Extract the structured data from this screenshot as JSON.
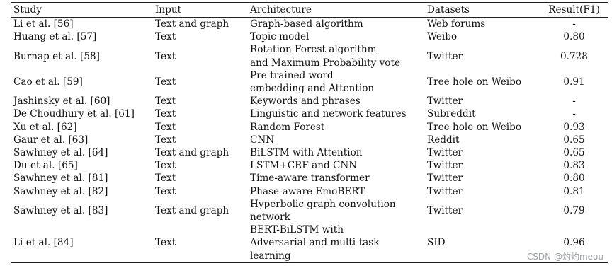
{
  "table": {
    "headers": [
      "Study",
      "Input",
      "Architecture",
      "Datasets",
      "Result(F1)"
    ],
    "rows": [
      {
        "study": "Li et al. [56]",
        "input": "Text and graph",
        "arch": [
          "Graph-based algorithm"
        ],
        "dataset": "Web forums",
        "result": "-"
      },
      {
        "study": "Huang et al. [57]",
        "input": "Text",
        "arch": [
          "Topic model"
        ],
        "dataset": "Weibo",
        "result": "0.80"
      },
      {
        "study": "Burnap et al. [58]",
        "input": "Text",
        "arch": [
          "Rotation Forest algorithm",
          "and Maximum Probability vote"
        ],
        "dataset": "Twitter",
        "result": "0.728"
      },
      {
        "study": "Cao et al. [59]",
        "input": "Text",
        "arch": [
          "Pre-trained word",
          "embedding and Attention"
        ],
        "dataset": "Tree hole on Weibo",
        "result": "0.91"
      },
      {
        "study": "Jashinsky et al. [60]",
        "input": "Text",
        "arch": [
          "Keywords and phrases"
        ],
        "dataset": "Twitter",
        "result": "-"
      },
      {
        "study": "De Choudhury et al. [61]",
        "input": "Text",
        "arch": [
          "Linguistic and network features"
        ],
        "dataset": "Subreddit",
        "result": "-"
      },
      {
        "study": "Xu et al. [62]",
        "input": "Text",
        "arch": [
          "Random Forest"
        ],
        "dataset": "Tree hole on Weibo",
        "result": "0.93"
      },
      {
        "study": "Gaur et al. [63]",
        "input": "Text",
        "arch": [
          "CNN"
        ],
        "dataset": "Reddit",
        "result": "0.65"
      },
      {
        "study": "Sawhney et al. [64]",
        "input": "Text and graph",
        "arch": [
          "BiLSTM with Attention"
        ],
        "dataset": "Twitter",
        "result": "0.65"
      },
      {
        "study": "Du et al. [65]",
        "input": "Text",
        "arch": [
          "LSTM+CRF and CNN"
        ],
        "dataset": "Twitter",
        "result": "0.83"
      },
      {
        "study": "Sawhney et al. [81]",
        "input": "Text",
        "arch": [
          "Time-aware transformer"
        ],
        "dataset": "Twitter",
        "result": "0.80"
      },
      {
        "study": "Sawhney et al. [82]",
        "input": "Text",
        "arch": [
          "Phase-aware EmoBERT"
        ],
        "dataset": "Twitter",
        "result": "0.81"
      },
      {
        "study": "Sawhney et al. [83]",
        "input": "Text and graph",
        "arch": [
          "Hyperbolic graph convolution",
          "network"
        ],
        "dataset": "Twitter",
        "result": "0.79"
      },
      {
        "study": "Li et al. [84]",
        "input": "Text",
        "arch": [
          "BERT-BiLSTM with",
          "Adversarial and multi-task",
          "learning"
        ],
        "dataset": "SID",
        "result": "0.96"
      }
    ]
  },
  "watermark": "CSDN @灼灼meou"
}
